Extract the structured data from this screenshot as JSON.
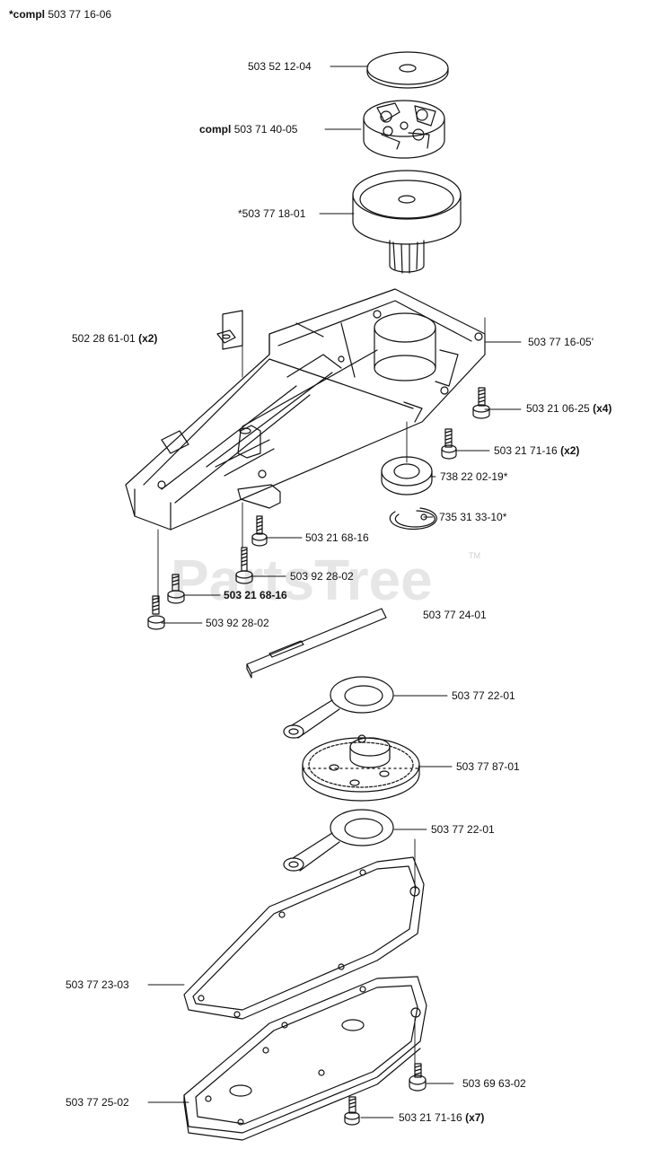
{
  "header": {
    "prefix": "*compl",
    "number": "503 77 16-06"
  },
  "watermark": {
    "text": "PartsTree",
    "tm": "TM"
  },
  "labels": {
    "washer": "503 52 12-04",
    "clutch_prefix": "compl",
    "clutch_number": "503 71 40-05",
    "drum": "*503 77 18-01",
    "nut": "502 28 61-01",
    "nut_qty": "(x2)",
    "housing": "503 77 16-05'",
    "screw_x4": "503 21 06-25",
    "screw_x4_qty": "(x4)",
    "screw_x2": "503 21 71-16",
    "screw_x2_qty": "(x2)",
    "bearing": "738 22 02-19*",
    "circlip": "735 31 33-10*",
    "screw_a": "503 21 68-16",
    "washer_a": "503 92 28-02",
    "screw_b": "503 21 68-16",
    "washer_b": "503 92 28-02",
    "plate": "503 77 24-01",
    "rod_top": "503 77 22-01",
    "gear": "503 77 87-01",
    "rod_bottom": "503 77 22-01",
    "gasket": "503 77 23-03",
    "cover": "503 77 25-02",
    "cover_screw": "503 69 63-02",
    "cover_screws": "503 21 71-16",
    "cover_screws_qty": "(x7)"
  },
  "colors": {
    "line": "#111111",
    "watermark": "#e6e6e6",
    "background": "#ffffff"
  }
}
